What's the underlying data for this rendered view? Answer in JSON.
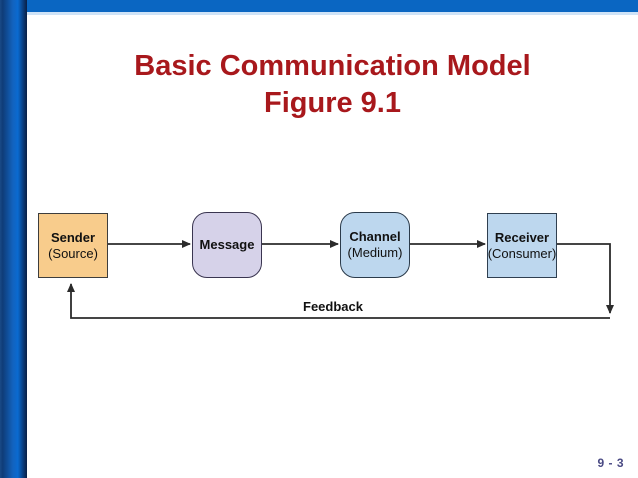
{
  "slide": {
    "title_line1": "Basic Communication Model",
    "title_line2": "Figure 9.1",
    "page_number": "9 - 3",
    "title_color": "#A8181C",
    "accent_bar_color": "#0a66c2",
    "page_number_color": "#4a4a84"
  },
  "diagram": {
    "type": "flow",
    "nodes": [
      {
        "id": "sender",
        "title": "Sender",
        "subtitle": "(Source)",
        "shape": "rectangle",
        "fill": "#F8CC8C",
        "border": "#3d3d3d"
      },
      {
        "id": "message",
        "title": "Message",
        "subtitle": "",
        "shape": "rounded-rectangle",
        "fill": "#D6D2E9",
        "border": "#3a3550"
      },
      {
        "id": "channel",
        "title": "Channel",
        "subtitle": "(Medium)",
        "shape": "rounded-rectangle",
        "fill": "#BDD7EE",
        "border": "#2b3b4b"
      },
      {
        "id": "receiver",
        "title": "Receiver",
        "subtitle": "(Consumer)",
        "shape": "rectangle",
        "fill": "#BDD7EE",
        "border": "#2f3f50"
      }
    ],
    "edges": [
      {
        "from": "sender",
        "to": "message",
        "label": ""
      },
      {
        "from": "message",
        "to": "channel",
        "label": ""
      },
      {
        "from": "channel",
        "to": "receiver",
        "label": ""
      },
      {
        "from": "receiver",
        "to": "sender",
        "label": "Feedback"
      }
    ],
    "feedback_label": "Feedback",
    "line_color": "#2b2b2b"
  }
}
